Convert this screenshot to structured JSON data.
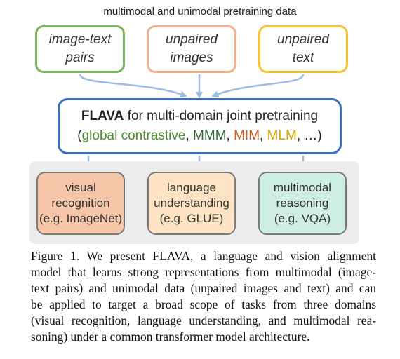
{
  "header": {
    "title": "multimodal and unimodal pretraining data"
  },
  "inputs": [
    {
      "line1": "image-text",
      "line2": "pairs",
      "border_color": "#7ab55c"
    },
    {
      "line1": "unpaired",
      "line2": "images",
      "border_color": "#f0b08a"
    },
    {
      "line1": "unpaired",
      "line2": "text",
      "border_color": "#f5c431"
    }
  ],
  "model": {
    "name": "FLAVA",
    "description": " for multi-domain joint pretraining",
    "open_paren": "(",
    "objectives": [
      {
        "label": "global contrastive",
        "color": "#4a8a2a"
      },
      {
        "label": "MMM",
        "color": "#2e6b2e"
      },
      {
        "label": "MIM",
        "color": "#d05a1c"
      },
      {
        "label": "MLM",
        "color": "#d9a300"
      }
    ],
    "separator": ", ",
    "ellipsis": "…)",
    "border_color": "#3a6fc4"
  },
  "tasks": [
    {
      "line1": "visual",
      "line2": "recognition",
      "line3": "(e.g. ImageNet)",
      "fill_color": "#f7c6a9"
    },
    {
      "line1": "language",
      "line2": "understanding",
      "line3": "(e.g. GLUE)",
      "fill_color": "#fde3c4"
    },
    {
      "line1": "multimodal",
      "line2": "reasoning",
      "line3": "(e.g. VQA)",
      "fill_color": "#cfeee3"
    }
  ],
  "arrow_color": "#9bbde3",
  "caption": {
    "lines": [
      "Figure 1.  We present FLAVA, a language and vision alignment",
      "model that learns strong representations from multimodal (image-",
      "text pairs) and unimodal data (unpaired images and text) and can",
      "be applied to target a broad scope of tasks from three domains",
      "(visual recognition, language understanding, and multimodal rea-",
      "soning) under a common transformer model architecture."
    ]
  }
}
